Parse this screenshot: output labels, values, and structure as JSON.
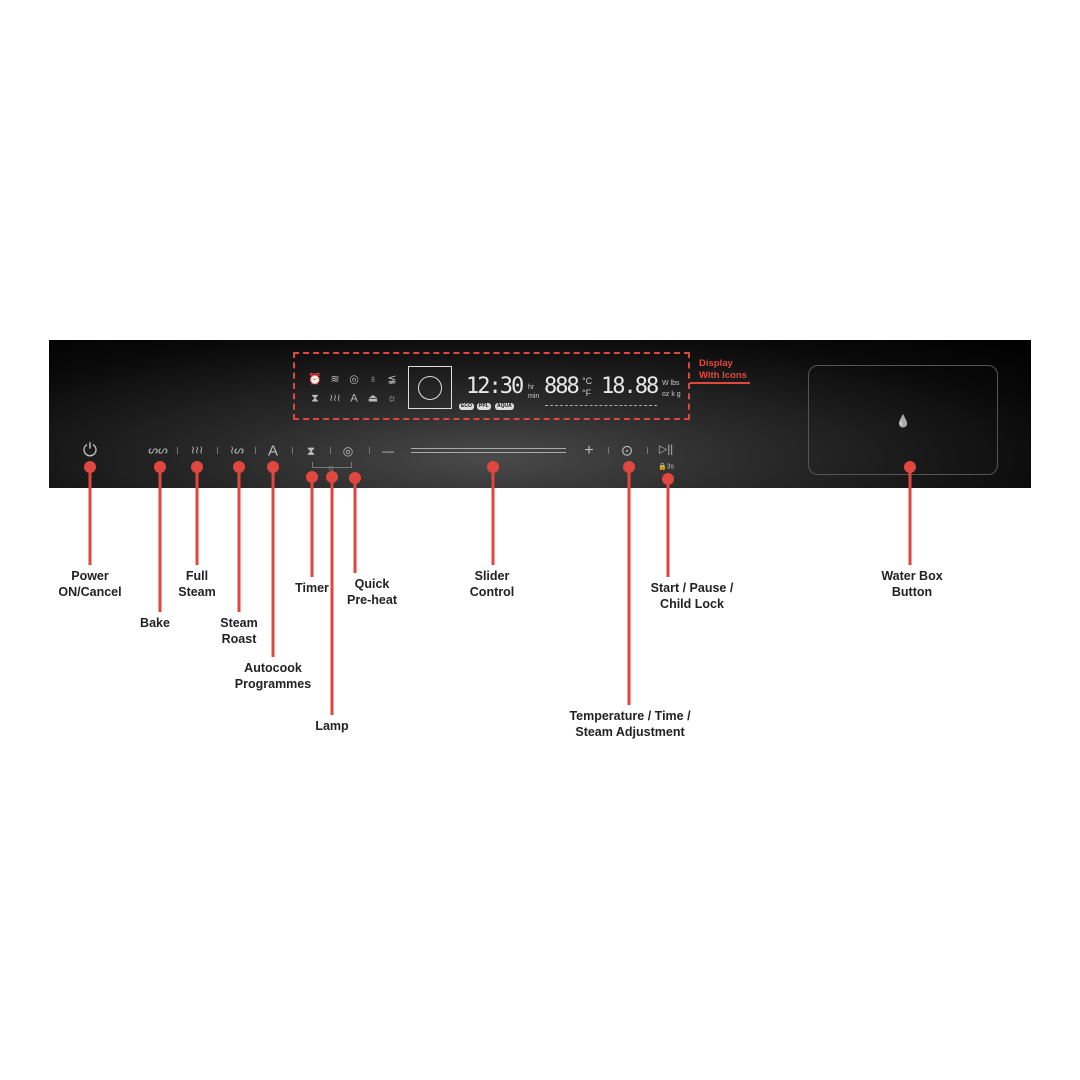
{
  "accent_color": "#e0473e",
  "display": {
    "label_line1": "Display",
    "label_line2": "With Icons",
    "time": "12:30",
    "hr": "hr",
    "min": "min",
    "temp": "888",
    "celsius": "°C",
    "fahrenheit": "°F",
    "weight": "18.88",
    "units_top": "W lbs",
    "units_bottom": "oz k g",
    "badges": [
      "ECO",
      "PPL",
      "AQUA"
    ],
    "icons_row1": [
      "⏰",
      "≋",
      "◎",
      "♁",
      "≨"
    ],
    "icons_row2": [
      "⧗",
      "≀≀≀",
      "A",
      "⏏",
      "☼"
    ]
  },
  "panel_icons": {
    "power": "⏻",
    "bake": "ᔕᔕ",
    "full_steam": "≀≀≀",
    "steam_roast": "≀ᔕ",
    "autocook": "A",
    "timer": "⧗",
    "lamp": "☼",
    "quick_preheat": "◎",
    "minus": "—",
    "plus": "+",
    "adjust": "⊙",
    "start_pause": "▷||",
    "child_lock": "🔒3s",
    "water": "💧"
  },
  "callouts": [
    {
      "line1": "Power",
      "line2": "ON/Cancel"
    },
    {
      "line1": "Bake",
      "line2": ""
    },
    {
      "line1": "Full",
      "line2": "Steam"
    },
    {
      "line1": "Steam",
      "line2": "Roast"
    },
    {
      "line1": "Autocook",
      "line2": "Programmes"
    },
    {
      "line1": "Timer",
      "line2": ""
    },
    {
      "line1": "Lamp",
      "line2": ""
    },
    {
      "line1": "Quick",
      "line2": "Pre-heat"
    },
    {
      "line1": "Slider",
      "line2": "Control"
    },
    {
      "line1": "Temperature / Time /",
      "line2": "Steam Adjustment"
    },
    {
      "line1": "Start / Pause /",
      "line2": "Child Lock"
    },
    {
      "line1": "Water Box",
      "line2": "Button"
    }
  ]
}
